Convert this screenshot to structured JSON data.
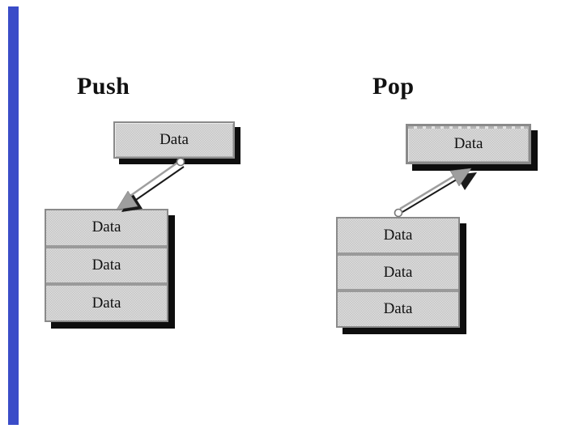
{
  "diagram": {
    "push": {
      "title": "Push",
      "new_item_label": "Data",
      "stack_items": [
        "Data",
        "Data",
        "Data"
      ]
    },
    "pop": {
      "title": "Pop",
      "removed_item_label": "Data",
      "stack_items": [
        "Data",
        "Data",
        "Data"
      ]
    }
  },
  "colors": {
    "accent-bar": "#3a4cc8",
    "box-fill": "#d0d0d0",
    "box-border": "#8a8a8a",
    "separator": "#9a9a9a",
    "shadow": "#0e0e0e",
    "arrow-gray": "#9e9e9e",
    "arrow-outline": "#1a1a1a",
    "text": "#111111",
    "background": "#ffffff"
  }
}
